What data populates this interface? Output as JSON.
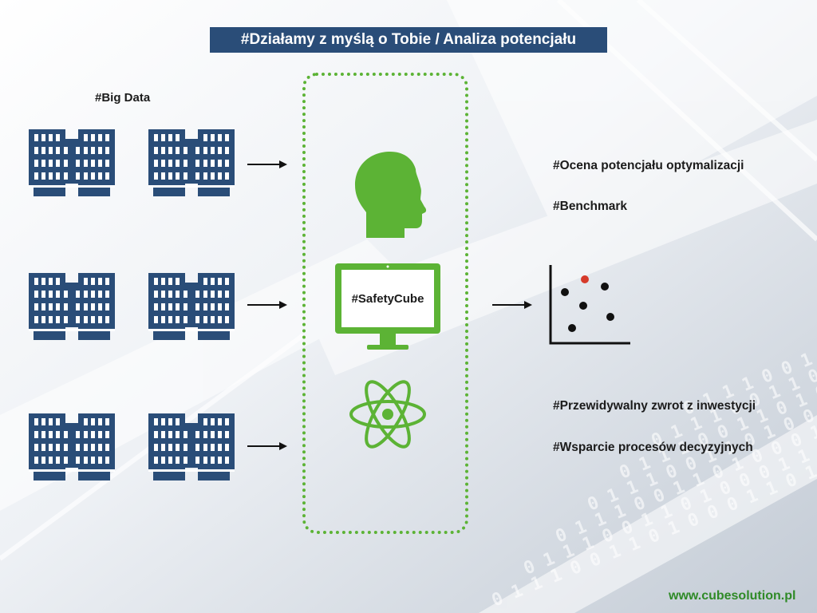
{
  "title": "#Działamy z myślą o Tobie / Analiza potencjału",
  "big_data_label": "#Big Data",
  "center": {
    "monitor_label": "#SafetyCube"
  },
  "outcomes": {
    "top": [
      "#Ocena potencjału optymalizacji",
      "#Benchmark"
    ],
    "bottom": [
      "#Przewidywalny zwrot z inwestycji",
      "#Wsparcie procesów decyzyjnych"
    ]
  },
  "footer_url": "www.cubesolution.pl",
  "colors": {
    "title_bg": "#2a4d78",
    "building": "#2a4d78",
    "accent_green": "#5cb335",
    "highlight_point": "#d63a2a",
    "footer": "#2f8a27"
  },
  "background": {
    "binary_text": "0 1 1 1 0 0 1 1 0 1 0 0 0 1 1 0 1 1 1 0 0 1 0 1 1 0 0 1 1 1 0 1 0 0 1 1 0 1"
  },
  "icons": [
    "building-icon",
    "arrow-right-icon",
    "head-icon",
    "monitor-icon",
    "atom-icon",
    "scatter-plot-icon"
  ]
}
